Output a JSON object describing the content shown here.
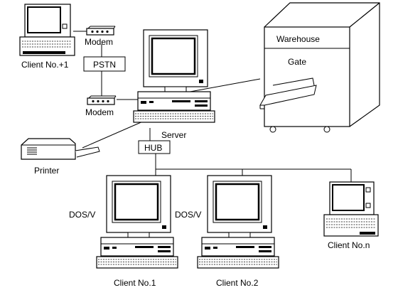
{
  "diagram": {
    "client_remote_label": "Client No.+1",
    "modem_top_label": "Modem",
    "pstn_label": "PSTN",
    "modem_bottom_label": "Modem",
    "server_label": "Server",
    "hub_label": "HUB",
    "printer_label": "Printer",
    "warehouse_label": "Warehouse",
    "gate_label": "Gate",
    "client1_os_label": "DOS/V",
    "client2_os_label": "DOS/V",
    "client1_label": "Client No.1",
    "client2_label": "Client No.2",
    "clientn_label": "Client No.n"
  }
}
